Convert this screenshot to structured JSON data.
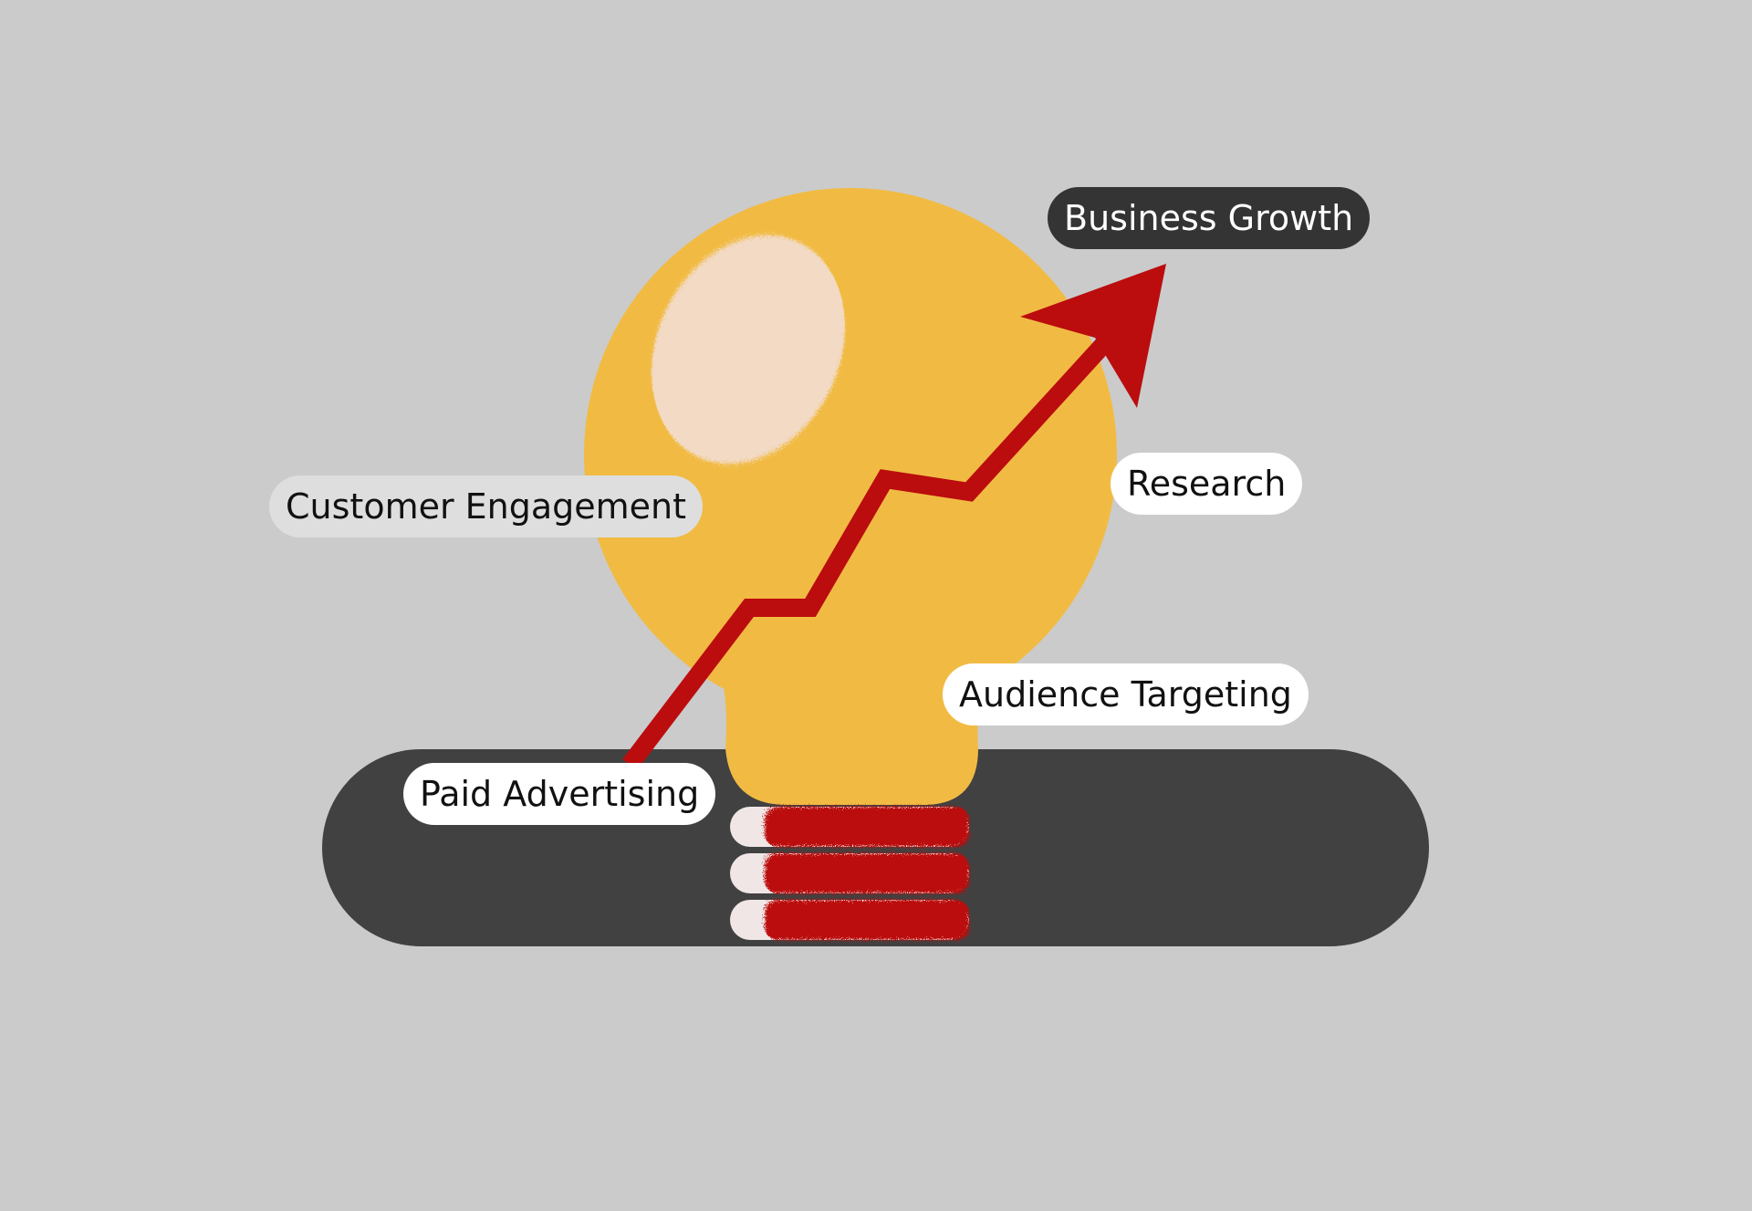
{
  "labels": {
    "business_growth": "Business Growth",
    "research": "Research",
    "customer_engagement": "Customer Engagement",
    "audience_targeting": "Audience Targeting",
    "paid_advertising": "Paid Advertising"
  },
  "colors": {
    "background": "#cbcbcb",
    "bulb": "#f1bb43",
    "highlight": "#f3ddd0",
    "arrow": "#bb0c0e",
    "base": "#414141",
    "label_dark": "#343434",
    "label_light": "#dedede",
    "label_white": "#ffffff"
  }
}
